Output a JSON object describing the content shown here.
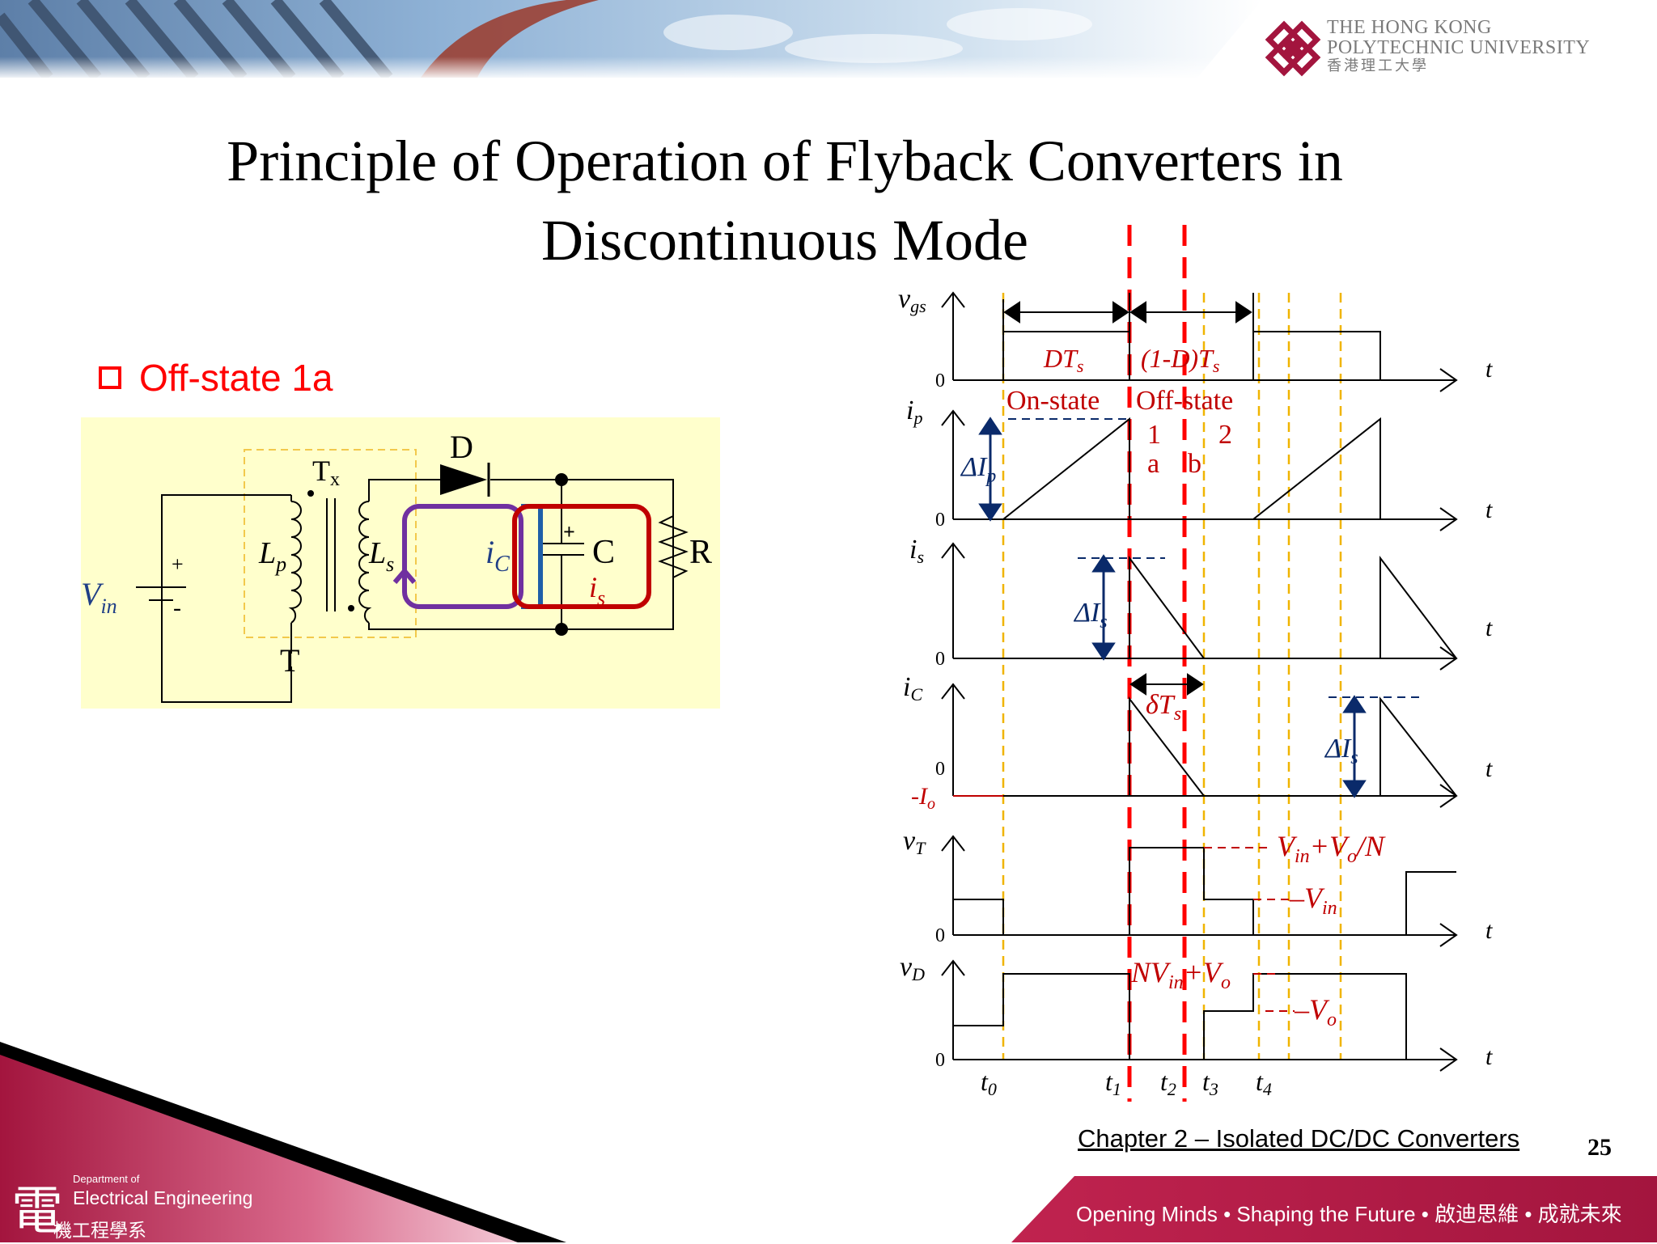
{
  "header": {
    "university_en_line1": "THE HONG KONG",
    "university_en_line2": "POLYTECHNIC UNIVERSITY",
    "university_cn": "香港理工大學"
  },
  "slide": {
    "title": "Principle of Operation of Flyback Converters in Discontinuous Mode",
    "bullet": "Off-state 1a"
  },
  "circuit": {
    "labels": {
      "vin": "V",
      "vin_sub": "in",
      "plus": "+",
      "minus": "-",
      "lp": "L",
      "lp_sub": "p",
      "ls": "L",
      "ls_sub": "s",
      "tx": "T",
      "tx_sub": "x",
      "t": "T",
      "d": "D",
      "ic": "i",
      "ic_sub": "C",
      "is": "i",
      "is_sub": "s",
      "c": "C",
      "c_plus": "+",
      "r": "R"
    },
    "colors": {
      "background": "#ffffcc",
      "transformer_box": "#f2c94c",
      "loop_ic": "#7030a0",
      "loop_is": "#c00000",
      "loop_blue": "#1f5fa8"
    }
  },
  "waveforms": {
    "signals": [
      {
        "label": "v",
        "sub": "gs"
      },
      {
        "label": "i",
        "sub": "p"
      },
      {
        "label": "i",
        "sub": "s"
      },
      {
        "label": "i",
        "sub": "C"
      },
      {
        "label": "v",
        "sub": "T"
      },
      {
        "label": "v",
        "sub": "D"
      }
    ],
    "zero": "0",
    "t_axis": "t",
    "neg_io": "-I",
    "neg_io_sub": "o",
    "interval_dts": "DT",
    "interval_dts_sub": "s",
    "interval_1mdts": "(1-D)T",
    "interval_1mdts_sub": "s",
    "on_state": "On-state",
    "off_state": "Off-state",
    "region_1": "1",
    "region_2": "2",
    "region_a": "a",
    "region_b": "b",
    "delta_ip": "ΔI",
    "delta_ip_sub": "p",
    "delta_is": "ΔI",
    "delta_is_sub": "s",
    "delta_ts": "δT",
    "delta_ts_sub": "s",
    "vT_high": "V",
    "vT_high_sub": "in",
    "vT_high_rest": "+V",
    "vT_high_sub2": "o",
    "vT_high_tail": "/N",
    "vT_low": "V",
    "vT_low_sub": "in",
    "vD_high": "NV",
    "vD_high_sub": "in",
    "vD_high_rest": "+V",
    "vD_high_sub2": "o",
    "vD_low": "V",
    "vD_low_sub": "o",
    "time_ticks": [
      {
        "label": "t",
        "sub": "0"
      },
      {
        "label": "t",
        "sub": "1"
      },
      {
        "label": "t",
        "sub": "2"
      },
      {
        "label": "t",
        "sub": "3"
      },
      {
        "label": "t",
        "sub": "4"
      }
    ],
    "colors": {
      "annotation": "#c00000",
      "marker_red": "#ff0000",
      "marker_orange": "#f0b400",
      "arrow_blue": "#0a2a6a"
    }
  },
  "footer": {
    "chapter": "Chapter 2 – Isolated DC/DC Converters",
    "page_number": "25",
    "dept_small": "Department of",
    "dept_big": "Electrical Engineering",
    "dept_glyph": "電",
    "dept_cn": "機工程學系",
    "motto": "Opening Minds • Shaping the Future • 啟迪思維 • 成就未來",
    "colors": {
      "footer_red": "#a3153e",
      "footer_pink": "#d96a8c"
    }
  }
}
